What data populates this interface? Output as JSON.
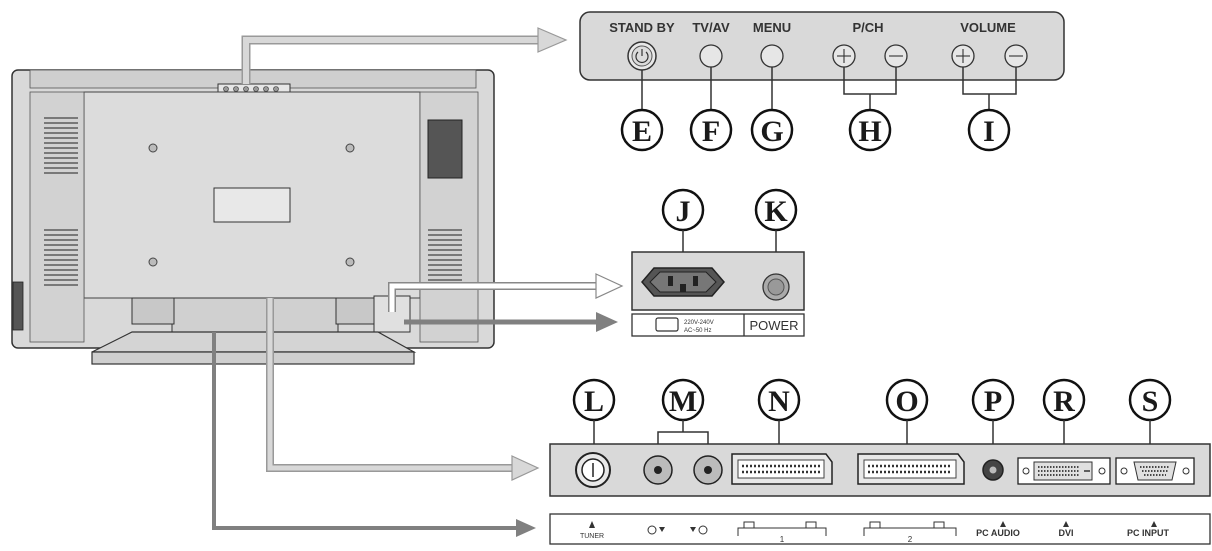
{
  "buttons_panel": {
    "labels": {
      "standby": "STAND BY",
      "tvav": "TV/AV",
      "menu": "MENU",
      "pch": "P/CH",
      "volume": "VOLUME"
    },
    "callouts": {
      "e": "E",
      "f": "F",
      "g": "G",
      "h": "H",
      "i": "I"
    }
  },
  "power_panel": {
    "callouts": {
      "j": "J",
      "k": "K"
    },
    "voltage_line1": "220V-240V",
    "voltage_line2": "AC~50 Hz",
    "power_label": "POWER"
  },
  "connector_panel": {
    "callouts": {
      "l": "L",
      "m": "M",
      "n": "N",
      "o": "O",
      "p": "P",
      "r": "R",
      "s": "S"
    },
    "labels": {
      "tuner": "TUNER",
      "scart1_num": "1",
      "scart2_num": "2",
      "pc_audio": "PC AUDIO",
      "dvi": "DVI",
      "pc_input": "PC INPUT"
    }
  },
  "colors": {
    "panel_fill": "#d9d9d9",
    "stroke": "#333333",
    "arrow_light": "#c8c8c8",
    "arrow_dark": "#8a8a8a"
  }
}
